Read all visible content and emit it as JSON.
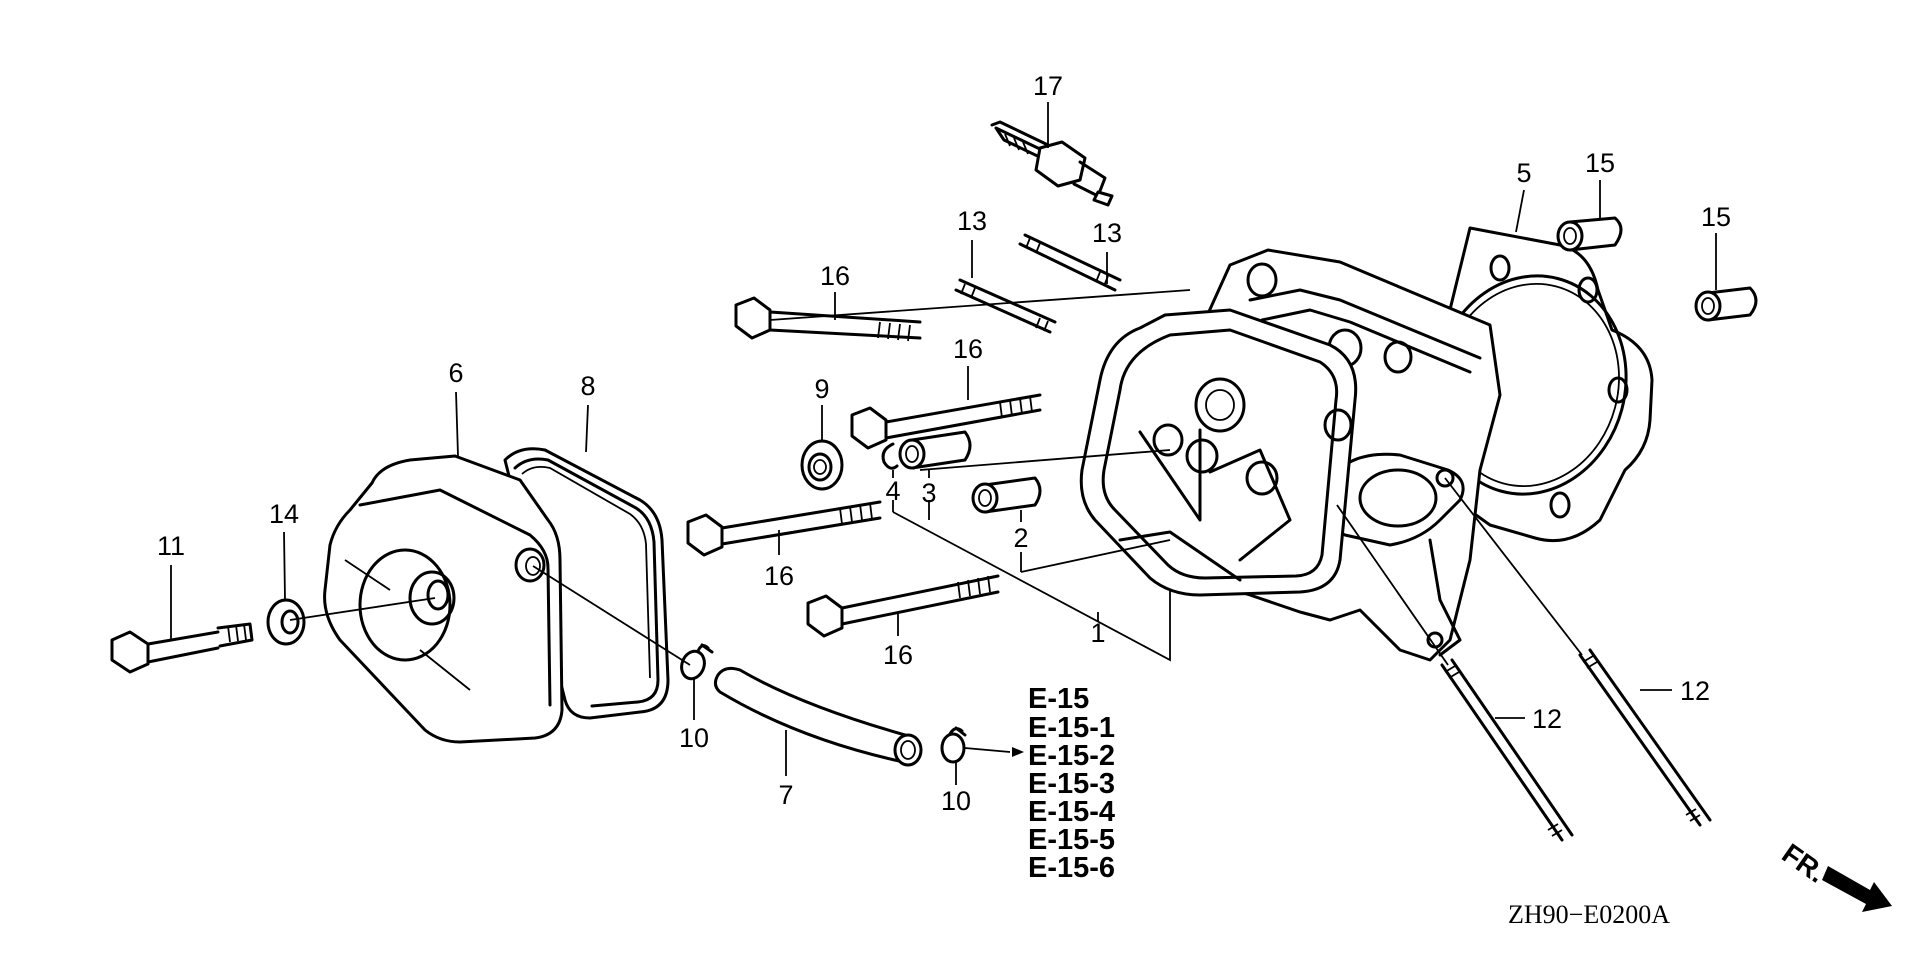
{
  "diagram": {
    "title_code": "ZH90−E0200A",
    "front_indicator": "FR.",
    "parts": [
      {
        "ref": "1",
        "name": "cylinder-head-assembly"
      },
      {
        "ref": "2",
        "name": "guide-pin"
      },
      {
        "ref": "3",
        "name": "collar"
      },
      {
        "ref": "4",
        "name": "clip"
      },
      {
        "ref": "5",
        "name": "head-gasket"
      },
      {
        "ref": "6",
        "name": "head-cover"
      },
      {
        "ref": "7",
        "name": "breather-tube"
      },
      {
        "ref": "8",
        "name": "head-cover-gasket"
      },
      {
        "ref": "9",
        "name": "seal-washer"
      },
      {
        "ref": "10",
        "name": "tube-clip"
      },
      {
        "ref": "11",
        "name": "flange-bolt"
      },
      {
        "ref": "12",
        "name": "stud-bolt-long"
      },
      {
        "ref": "13",
        "name": "stud-bolt"
      },
      {
        "ref": "14",
        "name": "washer"
      },
      {
        "ref": "15",
        "name": "dowel-pin"
      },
      {
        "ref": "16",
        "name": "flange-bolt-long"
      },
      {
        "ref": "17",
        "name": "spark-plug"
      }
    ],
    "callouts": {
      "c17": "17",
      "c13a": "13",
      "c13b": "13",
      "c16a": "16",
      "c16b": "16",
      "c16c": "16",
      "c16d": "16",
      "c5": "5",
      "c15a": "15",
      "c15b": "15",
      "c9": "9",
      "c4": "4",
      "c3": "3",
      "c2": "2",
      "c1": "1",
      "c6": "6",
      "c8": "8",
      "c14": "14",
      "c11": "11",
      "c10a": "10",
      "c10b": "10",
      "c7": "7",
      "c12a": "12",
      "c12b": "12"
    },
    "references": [
      "E-15",
      "E-15-1",
      "E-15-2",
      "E-15-3",
      "E-15-4",
      "E-15-5",
      "E-15-6"
    ]
  }
}
